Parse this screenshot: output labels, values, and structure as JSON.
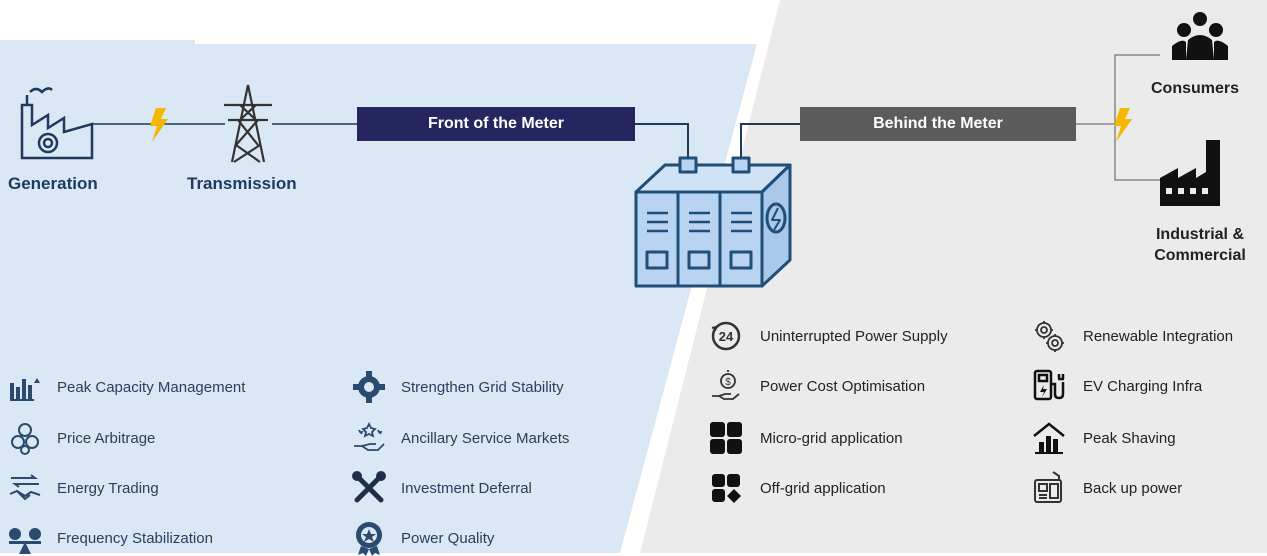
{
  "nodes": {
    "generation": "Generation",
    "transmission": "Transmission",
    "consumers": "Consumers",
    "industrial_line1": "Industrial &",
    "industrial_line2": "Commercial"
  },
  "meters": {
    "front": "Front of the Meter",
    "behind": "Behind the Meter"
  },
  "colors": {
    "front_panel": "#dae7f4",
    "behind_panel": "#ebebeb",
    "front_bar": "#25255f",
    "behind_bar": "#5b5b5b",
    "battery_fill": "#b9d4f0",
    "battery_stroke": "#1f4e79",
    "lightning": "#f5b700",
    "icon_dark": "#333333"
  },
  "front_applications": [
    {
      "label": "Peak Capacity Management",
      "icon": "bar-chart-icon"
    },
    {
      "label": "Price Arbitrage",
      "icon": "coins-icon"
    },
    {
      "label": "Energy Trading",
      "icon": "handshake-icon"
    },
    {
      "label": "Frequency Stabilization",
      "icon": "balance-icon"
    },
    {
      "label": "Strengthen Grid Stability",
      "icon": "gear-icon"
    },
    {
      "label": "Ancillary Service Markets",
      "icon": "hand-stars-icon"
    },
    {
      "label": "Investment Deferral",
      "icon": "tools-icon"
    },
    {
      "label": "Power Quality",
      "icon": "badge-icon"
    }
  ],
  "behind_applications": [
    {
      "label": "Uninterrupted Power Supply",
      "icon": "24h-icon"
    },
    {
      "label": "Power Cost Optimisation",
      "icon": "coin-hand-icon"
    },
    {
      "label": "Micro-grid application",
      "icon": "grid-icon"
    },
    {
      "label": "Off-grid application",
      "icon": "offgrid-icon"
    },
    {
      "label": "Renewable Integration",
      "icon": "gears-icon"
    },
    {
      "label": "EV Charging Infra",
      "icon": "ev-charger-icon"
    },
    {
      "label": "Peak Shaving",
      "icon": "house-chart-icon"
    },
    {
      "label": "Back up power",
      "icon": "backup-icon"
    }
  ]
}
